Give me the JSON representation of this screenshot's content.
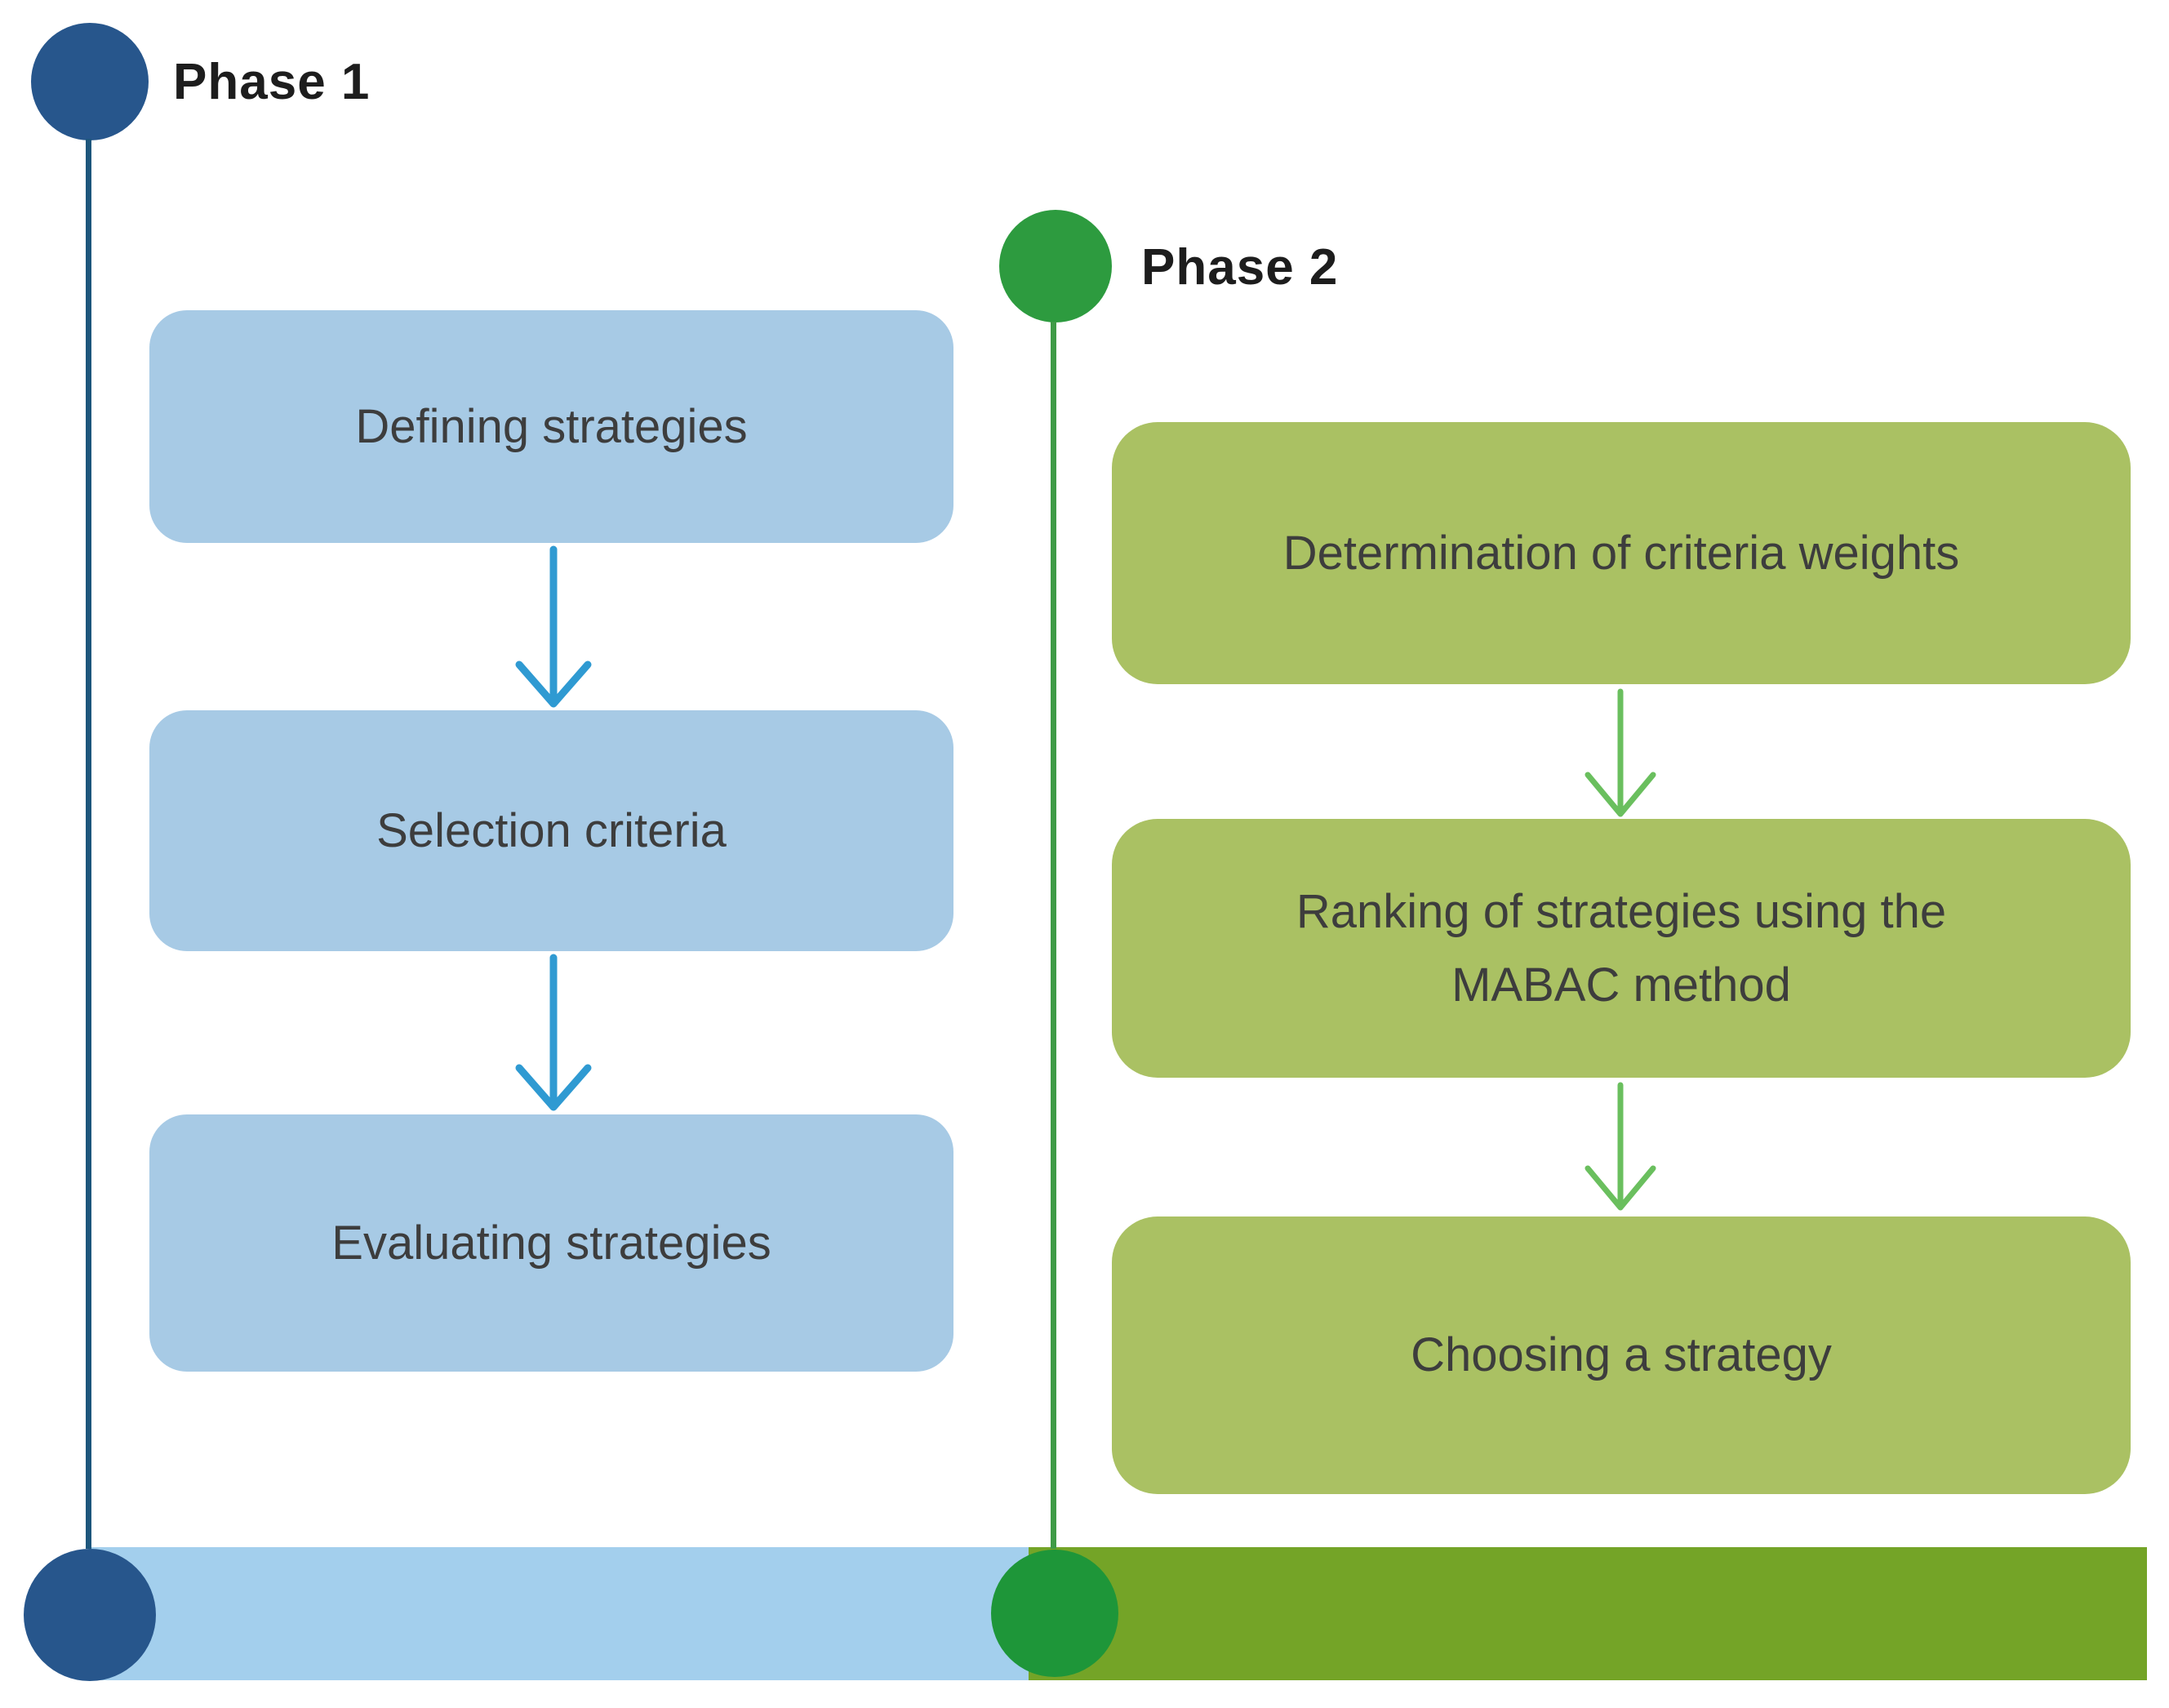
{
  "diagram": {
    "title_hint": "Two-phase strategy selection flow",
    "phase1": {
      "label": "Phase 1",
      "steps": [
        "Defining strategies",
        "Selection criteria",
        "Evaluating strategies"
      ],
      "colors": {
        "marker": "#27568c",
        "timeline_line": "#1d567c",
        "box_fill": "#a7cae5",
        "arrow": "#2f9ad2",
        "bottom_bar": "#a3cfed"
      }
    },
    "phase2": {
      "label": "Phase 2",
      "steps": [
        "Determination of criteria weights",
        "Ranking of strategies using the MABAC method",
        "Choosing a strategy"
      ],
      "colors": {
        "marker": "#2d9b3f",
        "timeline_line": "#3f9b47",
        "box_fill": "#aac163",
        "arrow": "#6abf5e",
        "bottom_bar": "#74a427"
      }
    },
    "text_color": "#3d3d3d",
    "label_color": "#1d1d1d",
    "background": "#ffffff"
  }
}
